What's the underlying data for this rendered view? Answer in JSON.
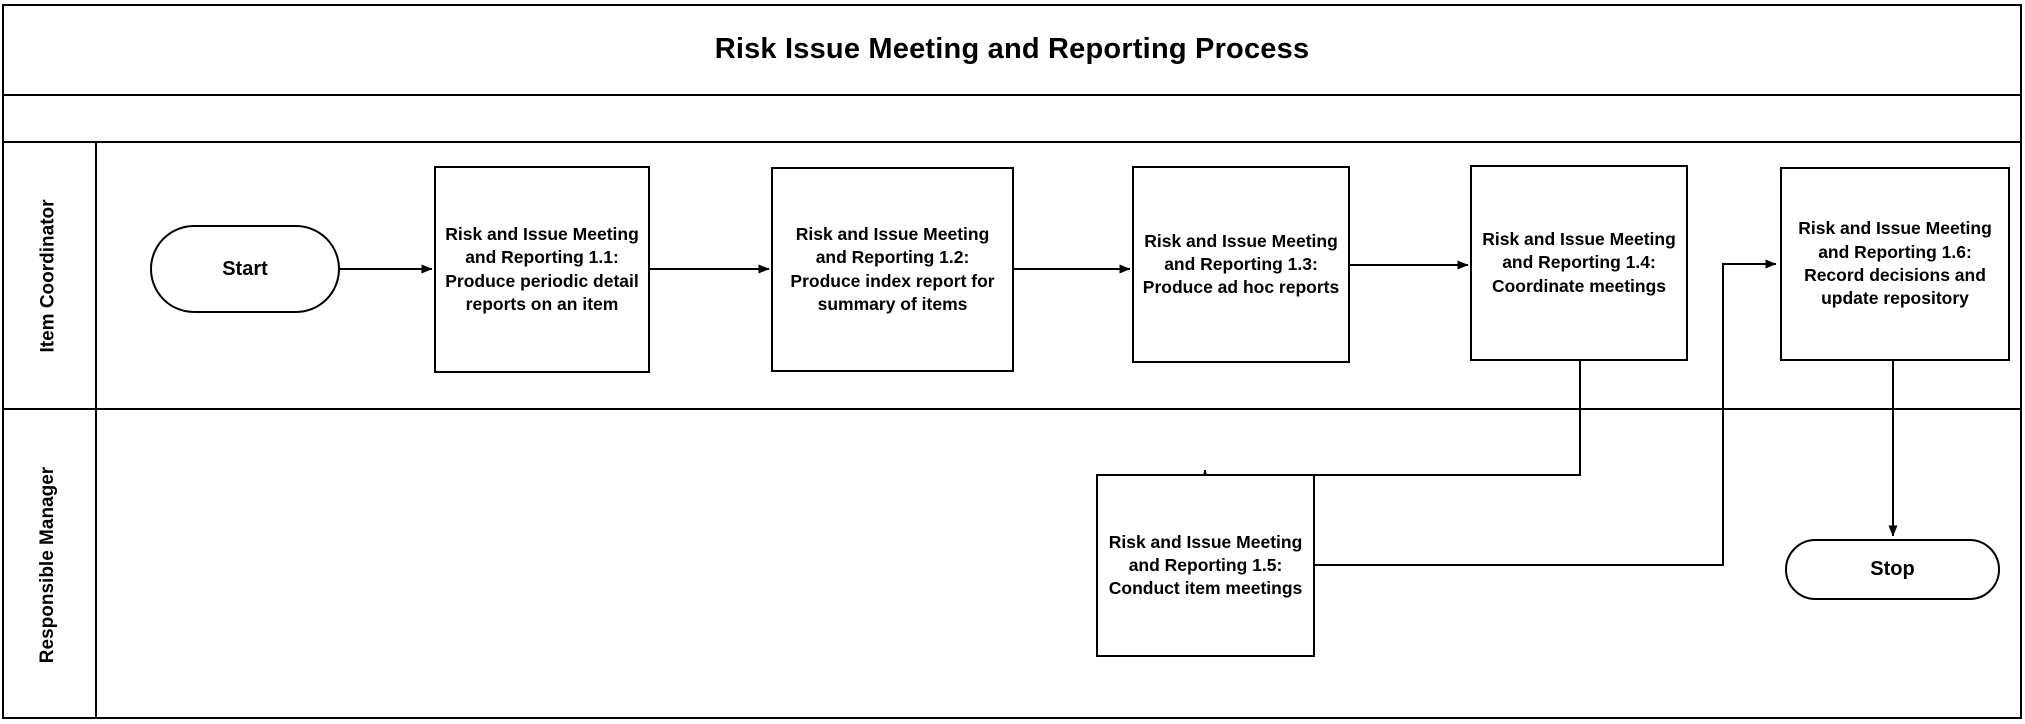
{
  "diagram": {
    "title": "Risk Issue Meeting and Reporting Process",
    "type": "swimlane-flowchart",
    "colors": {
      "background": "#ffffff",
      "stroke": "#000000",
      "text": "#000000",
      "node_fill": "#ffffff"
    }
  },
  "lanes": [
    {
      "id": "lane-item-coordinator",
      "label": "Item Coordinator"
    },
    {
      "id": "lane-responsible-manager",
      "label": "Responsible Manager"
    }
  ],
  "nodes": [
    {
      "id": "start",
      "shape": "terminator",
      "lane": "lane-item-coordinator",
      "label": "Start"
    },
    {
      "id": "p11",
      "shape": "process",
      "lane": "lane-item-coordinator",
      "label": "Risk and Issue Meeting and Reporting 1.1: Produce periodic detail reports on an item"
    },
    {
      "id": "p12",
      "shape": "process",
      "lane": "lane-item-coordinator",
      "label": "Risk and Issue Meeting and Reporting 1.2: Produce index report for summary of items"
    },
    {
      "id": "p13",
      "shape": "process",
      "lane": "lane-item-coordinator",
      "label": "Risk and Issue Meeting and Reporting 1.3: Produce ad hoc reports"
    },
    {
      "id": "p14",
      "shape": "process",
      "lane": "lane-item-coordinator",
      "label": "Risk and Issue Meeting and Reporting 1.4: Coordinate meetings"
    },
    {
      "id": "p16",
      "shape": "process",
      "lane": "lane-item-coordinator",
      "label": "Risk and Issue Meeting and Reporting 1.6: Record decisions and update repository"
    },
    {
      "id": "p15",
      "shape": "process",
      "lane": "lane-responsible-manager",
      "label": "Risk and Issue Meeting and Reporting 1.5: Conduct item meetings"
    },
    {
      "id": "stop",
      "shape": "terminator",
      "lane": "lane-responsible-manager",
      "label": "Stop"
    }
  ],
  "edges": [
    {
      "from": "start",
      "to": "p11",
      "label": ""
    },
    {
      "from": "p11",
      "to": "p12",
      "label": ""
    },
    {
      "from": "p12",
      "to": "p13",
      "label": ""
    },
    {
      "from": "p13",
      "to": "p14",
      "label": ""
    },
    {
      "from": "p14",
      "to": "p15",
      "label": ""
    },
    {
      "from": "p15",
      "to": "p16",
      "label": ""
    },
    {
      "from": "p16",
      "to": "stop",
      "label": ""
    }
  ]
}
